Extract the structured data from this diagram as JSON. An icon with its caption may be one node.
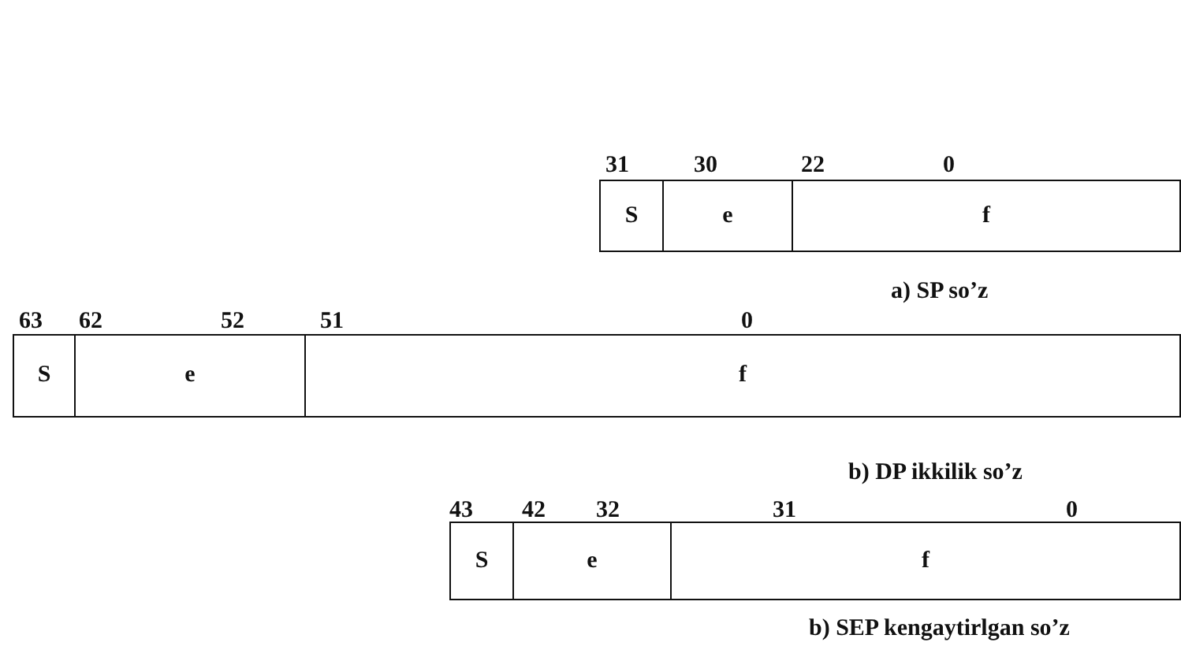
{
  "diagram": {
    "nodes": [
      {
        "text": [
          "S"
        ]
      },
      {
        "text": [
          "e"
        ]
      },
      {
        "text": [
          "f"
        ]
      },
      {
        "text": [
          "S"
        ]
      },
      {
        "text": [
          "e"
        ]
      },
      {
        "text": [
          "f"
        ]
      },
      {
        "text": [
          "S"
        ]
      },
      {
        "text": [
          "e"
        ]
      },
      {
        "text": [
          "f"
        ]
      }
    ],
    "edges": [],
    "labels": [
      "31",
      "30",
      "22",
      "0",
      "a) SP so’z",
      "63",
      "62",
      "52",
      "51",
      "0",
      "b) DP ikkilik so’z",
      "43",
      "42",
      "32",
      "31",
      "0",
      "b) SEP kengaytirlgan so’z"
    ]
  }
}
